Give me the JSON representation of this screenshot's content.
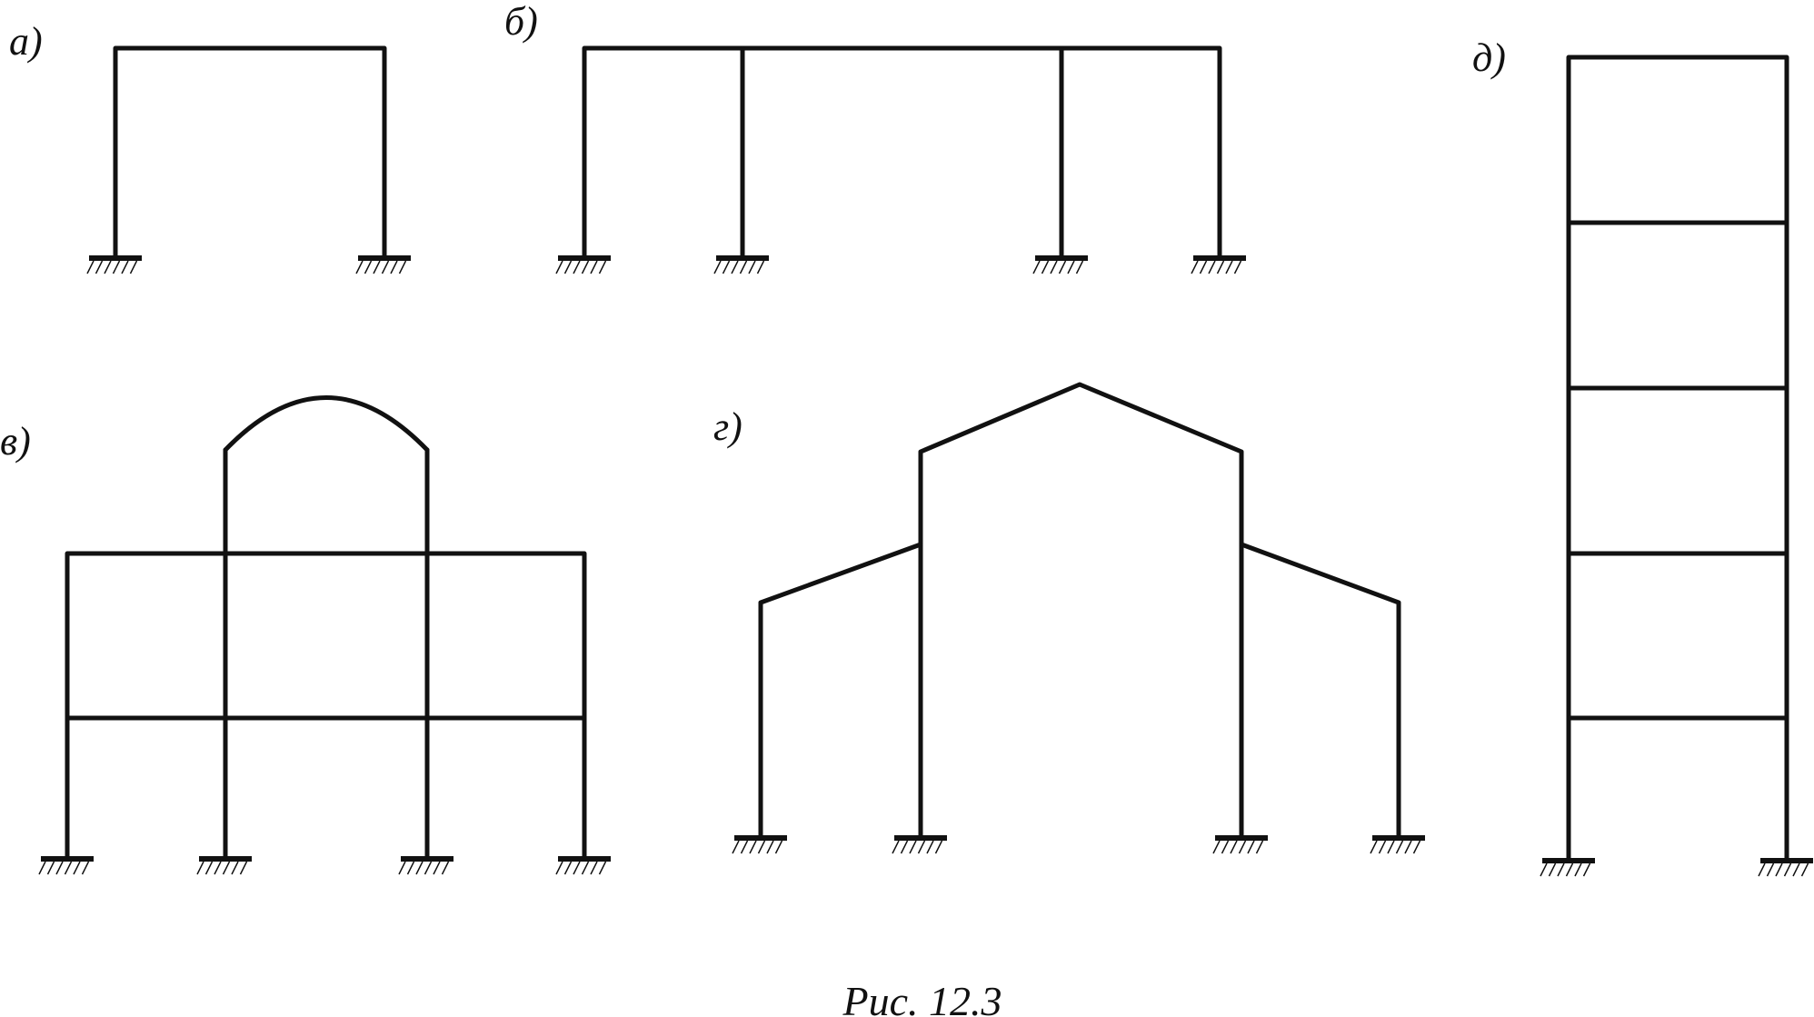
{
  "panels": {
    "a": {
      "label": "а)"
    },
    "b": {
      "label": "б)"
    },
    "v": {
      "label": "в)"
    },
    "g": {
      "label": "г)"
    },
    "d": {
      "label": "д)"
    }
  },
  "caption": "Рис. 12.3",
  "colors": {
    "ink": "#111111",
    "background": "#ffffff"
  }
}
